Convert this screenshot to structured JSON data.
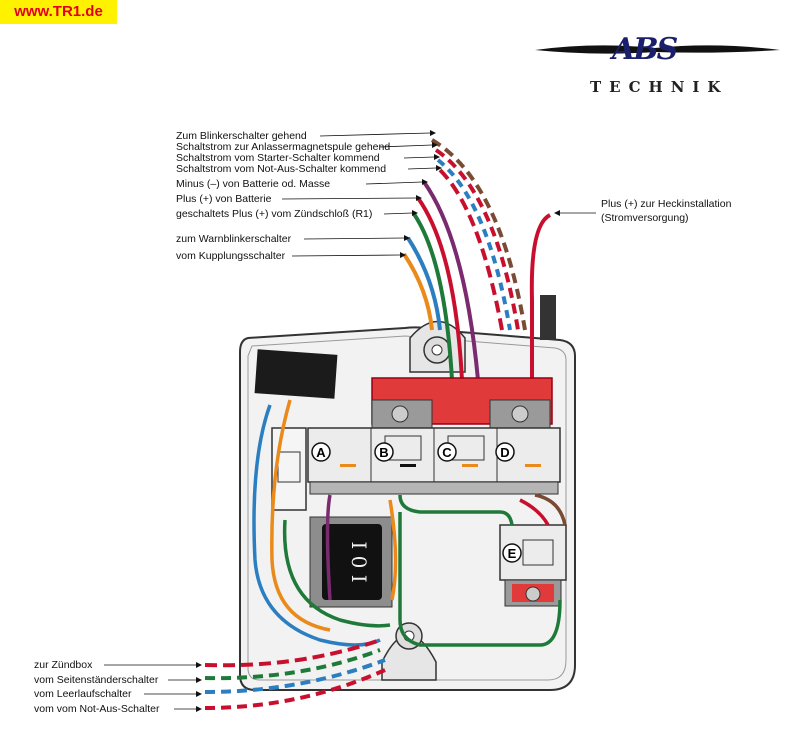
{
  "site_badge": "www.TR1.de",
  "logo": {
    "word": "TECHNIK",
    "mark": "ABS"
  },
  "labels_top": [
    "Zum Blinkerschalter gehend",
    "Schaltstrom zur Anlassermagnetspule gehend",
    "Schaltstrom vom Starter-Schalter kommend",
    "Schaltstrom vom Not-Aus-Schalter kommend",
    "Minus (–) von Batterie od. Masse",
    "Plus (+) von Batterie",
    "geschaltets Plus (+) vom Zündschloß (R1)",
    "zum Warnblinkerschalter",
    "vom Kupplungsschalter"
  ],
  "label_right": [
    "Plus (+) zur Heckinstallation",
    "(Stromversorgung)"
  ],
  "labels_bottom": [
    "zur Zündbox",
    "vom Seitenständerschalter",
    "vom Leerlaufschalter",
    "vom vom Not-Aus-Schalter"
  ],
  "relays": {
    "a": "A",
    "b": "B",
    "c": "C",
    "d": "D",
    "e": "E"
  },
  "switch_symbol": "I 0 I",
  "colors": {
    "red": "#c8102e",
    "green": "#1f7a3a",
    "blue": "#2b7fc1",
    "purple": "#7a2a6e",
    "brown": "#7a4a33",
    "orange": "#e98a1b",
    "housing": "#f1f1f1"
  }
}
